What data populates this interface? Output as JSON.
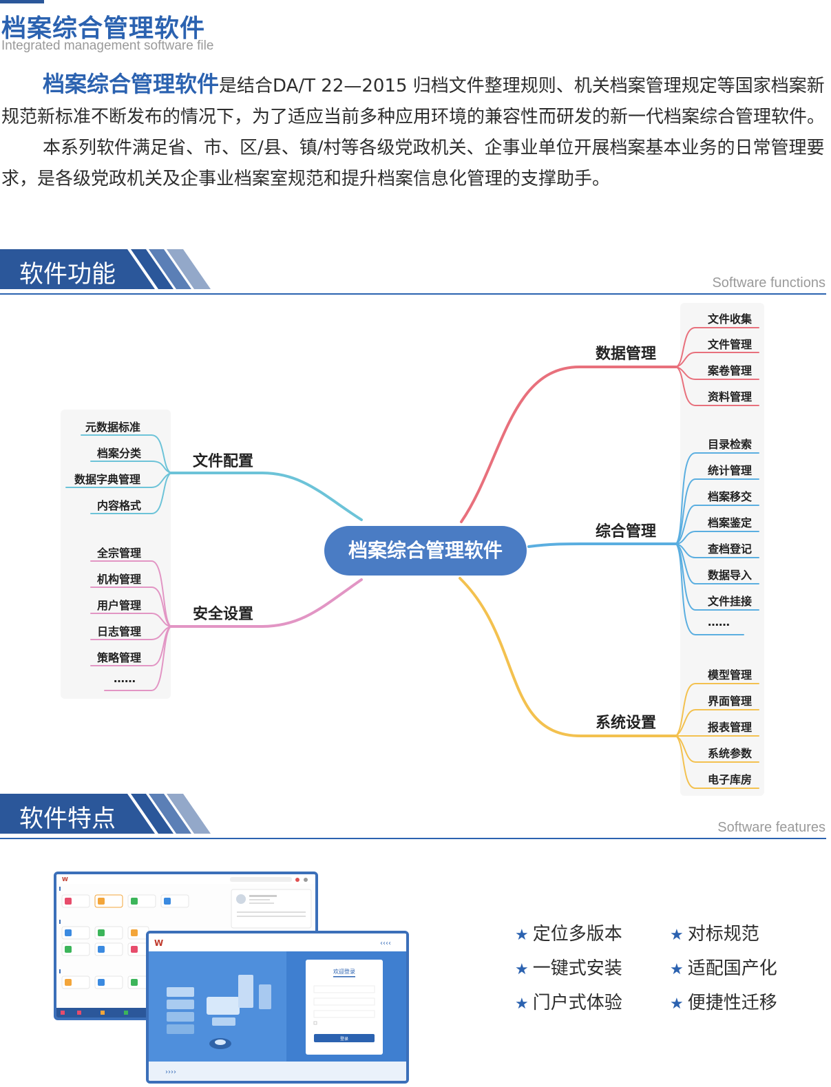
{
  "header": {
    "title": "档案综合管理软件",
    "subtitle": "Integrated management software file"
  },
  "intro": {
    "p1_highlight": "档案综合管理软件",
    "p1_text": "是结合DA/T 22—2015 归档文件整理规则、机关档案管理规定等国家档案新规范新标准不断发布的情况下，为了适应当前多种应用环境的兼容性而研发的新一代档案综合管理软件。",
    "p2_text": "本系列软件满足省、市、区/县、镇/村等各级党政机关、企事业单位开展档案基本业务的日常管理要求，是各级党政机关及企事业档案室规范和提升档案信息化管理的支撑助手。"
  },
  "section_functions": {
    "label": "软件功能",
    "en": "Software functions"
  },
  "section_features": {
    "label": "软件特点",
    "en": "Software features"
  },
  "mindmap": {
    "center": "档案综合管理软件",
    "branches": {
      "data_mgmt": {
        "label": "数据管理",
        "color": "#e8707c",
        "leaves": [
          "文件收集",
          "文件管理",
          "案卷管理",
          "资料管理"
        ]
      },
      "general_mgmt": {
        "label": "综合管理",
        "color": "#5aaee0",
        "leaves": [
          "目录检索",
          "统计管理",
          "档案移交",
          "档案鉴定",
          "查档登记",
          "数据导入",
          "文件挂接",
          "……"
        ]
      },
      "sys_settings": {
        "label": "系统设置",
        "color": "#f3c14f",
        "leaves": [
          "模型管理",
          "界面管理",
          "报表管理",
          "系统参数",
          "电子库房"
        ]
      },
      "file_config": {
        "label": "文件配置",
        "color": "#6cc3d8",
        "leaves": [
          "元数据标准",
          "档案分类",
          "数据字典管理",
          "内容格式"
        ]
      },
      "security": {
        "label": "安全设置",
        "color": "#e295c4",
        "leaves": [
          "全宗管理",
          "机构管理",
          "用户管理",
          "日志管理",
          "策略管理",
          "……"
        ]
      }
    }
  },
  "screens": {
    "back_title": "档案综合管理软件",
    "front_title": "档案综合管理软件",
    "login_title": "欢迎登录",
    "login_button": "登录"
  },
  "features": [
    "定位多版本",
    "一键式安装",
    "门户式体验",
    "对标规范",
    "适配国产化",
    "便捷性迁移"
  ],
  "colors": {
    "brand": "#2b62b0",
    "center_node": "#4a7cc4",
    "section_tab": "#2b579a"
  }
}
